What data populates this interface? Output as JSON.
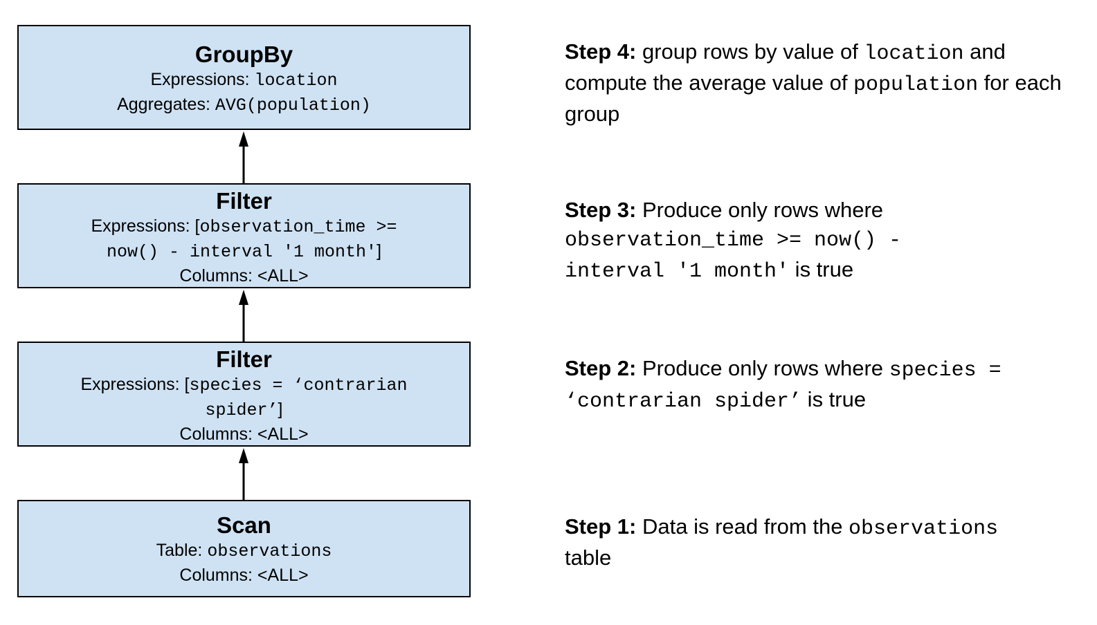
{
  "nodes": {
    "groupby": {
      "title": "GroupBy",
      "expr_label": "Expressions: ",
      "expr_code": "location",
      "agg_label": "Aggregates: ",
      "agg_code": "AVG(population)"
    },
    "filter_time": {
      "title": "Filter",
      "expr_label": "Expressions: [",
      "expr_code_1": "observation_time >=",
      "expr_code_2": "now() - interval '1 month'",
      "expr_close": "]",
      "columns": "Columns: <ALL>"
    },
    "filter_species": {
      "title": "Filter",
      "expr_label": "Expressions: [",
      "expr_code_1": "species = ‘contrarian",
      "expr_code_2": "spider’",
      "expr_close": "]",
      "columns": "Columns: <ALL>"
    },
    "scan": {
      "title": "Scan",
      "table_label": "Table: ",
      "table_code": "observations",
      "columns": "Columns: <ALL>"
    }
  },
  "steps": {
    "step4": {
      "label": "Step 4:",
      "t1": " group rows by value of ",
      "c1": "location",
      "t2": " and compute the average value of ",
      "c2": "population",
      "t3": " for each group"
    },
    "step3": {
      "label": "Step 3:",
      "t1": " Produce only rows where",
      "c1": "observation_time >= now() -",
      "c2": "interval '1 month'",
      "t2": " is true"
    },
    "step2": {
      "label": "Step 2:",
      "t1": " Produce only rows where ",
      "c1": "species =",
      "c2": "‘contrarian spider’",
      "t2": " is true"
    },
    "step1": {
      "label": "Step 1:",
      "t1": " Data is read from the ",
      "c1": "observations",
      "t2": " table"
    }
  },
  "colors": {
    "node_fill": "#cfe2f3",
    "stroke": "#000000"
  }
}
